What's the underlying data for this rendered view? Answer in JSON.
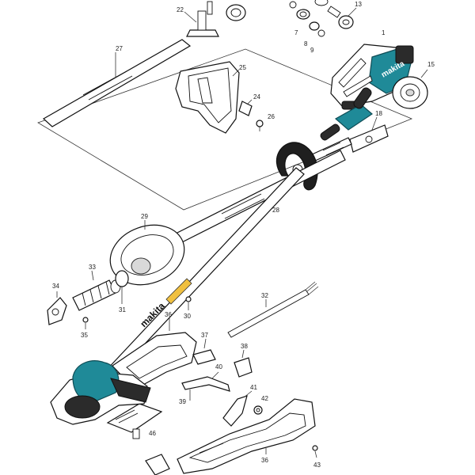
{
  "diagram": {
    "brand_text": "makita",
    "callouts": [
      {
        "id": "c22",
        "text": "22"
      },
      {
        "id": "c13",
        "text": "13"
      },
      {
        "id": "c7",
        "text": "7"
      },
      {
        "id": "c8",
        "text": "8"
      },
      {
        "id": "c9",
        "text": "9"
      },
      {
        "id": "c1",
        "text": "1"
      },
      {
        "id": "c15",
        "text": "15"
      },
      {
        "id": "c27",
        "text": "27"
      },
      {
        "id": "c25",
        "text": "25"
      },
      {
        "id": "c24",
        "text": "24"
      },
      {
        "id": "c26",
        "text": "26"
      },
      {
        "id": "c18",
        "text": "18"
      },
      {
        "id": "c28",
        "text": "28"
      },
      {
        "id": "c29",
        "text": "29"
      },
      {
        "id": "c33",
        "text": "33"
      },
      {
        "id": "c34",
        "text": "34"
      },
      {
        "id": "c31",
        "text": "31"
      },
      {
        "id": "c35",
        "text": "35"
      },
      {
        "id": "c30",
        "text": "30"
      },
      {
        "id": "c32",
        "text": "32"
      },
      {
        "id": "c36a",
        "text": "36"
      },
      {
        "id": "c37",
        "text": "37"
      },
      {
        "id": "c38",
        "text": "38"
      },
      {
        "id": "c40",
        "text": "40"
      },
      {
        "id": "c39",
        "text": "39"
      },
      {
        "id": "c41",
        "text": "41"
      },
      {
        "id": "c42",
        "text": "42"
      },
      {
        "id": "c46",
        "text": "46"
      },
      {
        "id": "c36b",
        "text": "36"
      },
      {
        "id": "c43",
        "text": "43"
      }
    ]
  },
  "colors": {
    "accent_teal": "#1f8a98",
    "outline": "#111111",
    "background": "#ffffff"
  }
}
